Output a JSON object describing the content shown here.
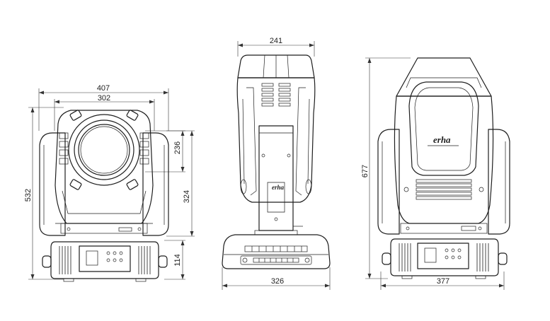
{
  "views": {
    "front": {
      "dims": {
        "width_outer": "407",
        "width_inner": "302",
        "height_total": "532",
        "height_head": "236",
        "height_arm": "324",
        "height_base": "114"
      }
    },
    "side": {
      "dims": {
        "width_top": "241",
        "width_base": "326"
      },
      "logo_text": "erha"
    },
    "rear": {
      "dims": {
        "height_total": "677",
        "width_base": "377"
      },
      "logo_text": "erha"
    }
  },
  "colors": {
    "line": "#1e1e1e",
    "background": "#ffffff"
  }
}
